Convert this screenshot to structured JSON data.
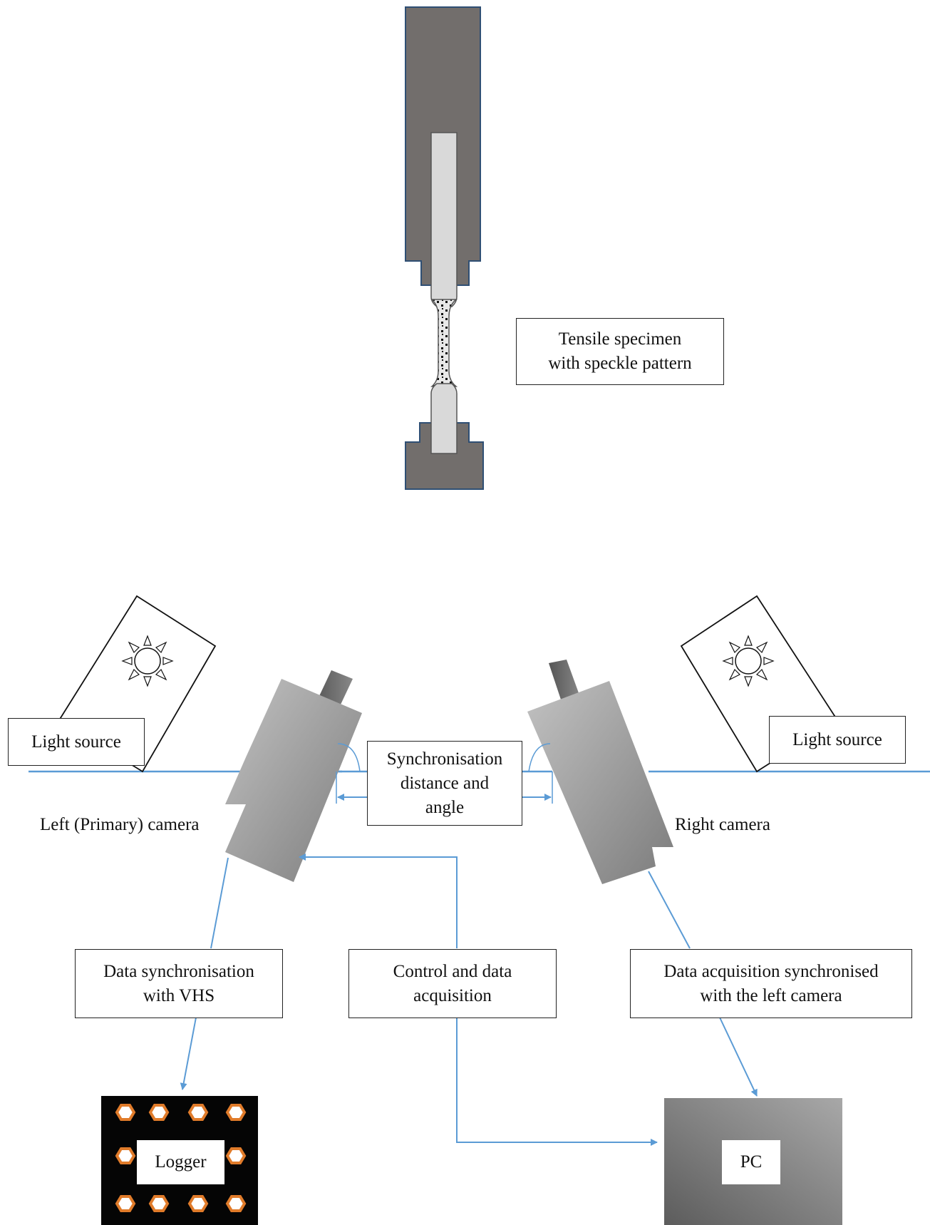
{
  "labels": {
    "specimen": "Tensile specimen\nwith speckle pattern",
    "light_left": "Light source",
    "light_right": "Light source",
    "sync": "Synchronisation\ndistance and\nangle",
    "left_camera": "Left (Primary) camera",
    "right_camera": "Right camera",
    "data_sync": "Data synchronisation\nwith VHS",
    "control": "Control and data\nacquisition",
    "data_acq": "Data acquisition synchronised\nwith the left camera",
    "logger": "Logger",
    "pc": "PC"
  },
  "colors": {
    "grip": "#726e6c",
    "grip_border": "#2f4f74",
    "specimen": "#d9d9d9",
    "line": "#5b9bd5",
    "logger_dot": "#e07b2a"
  }
}
